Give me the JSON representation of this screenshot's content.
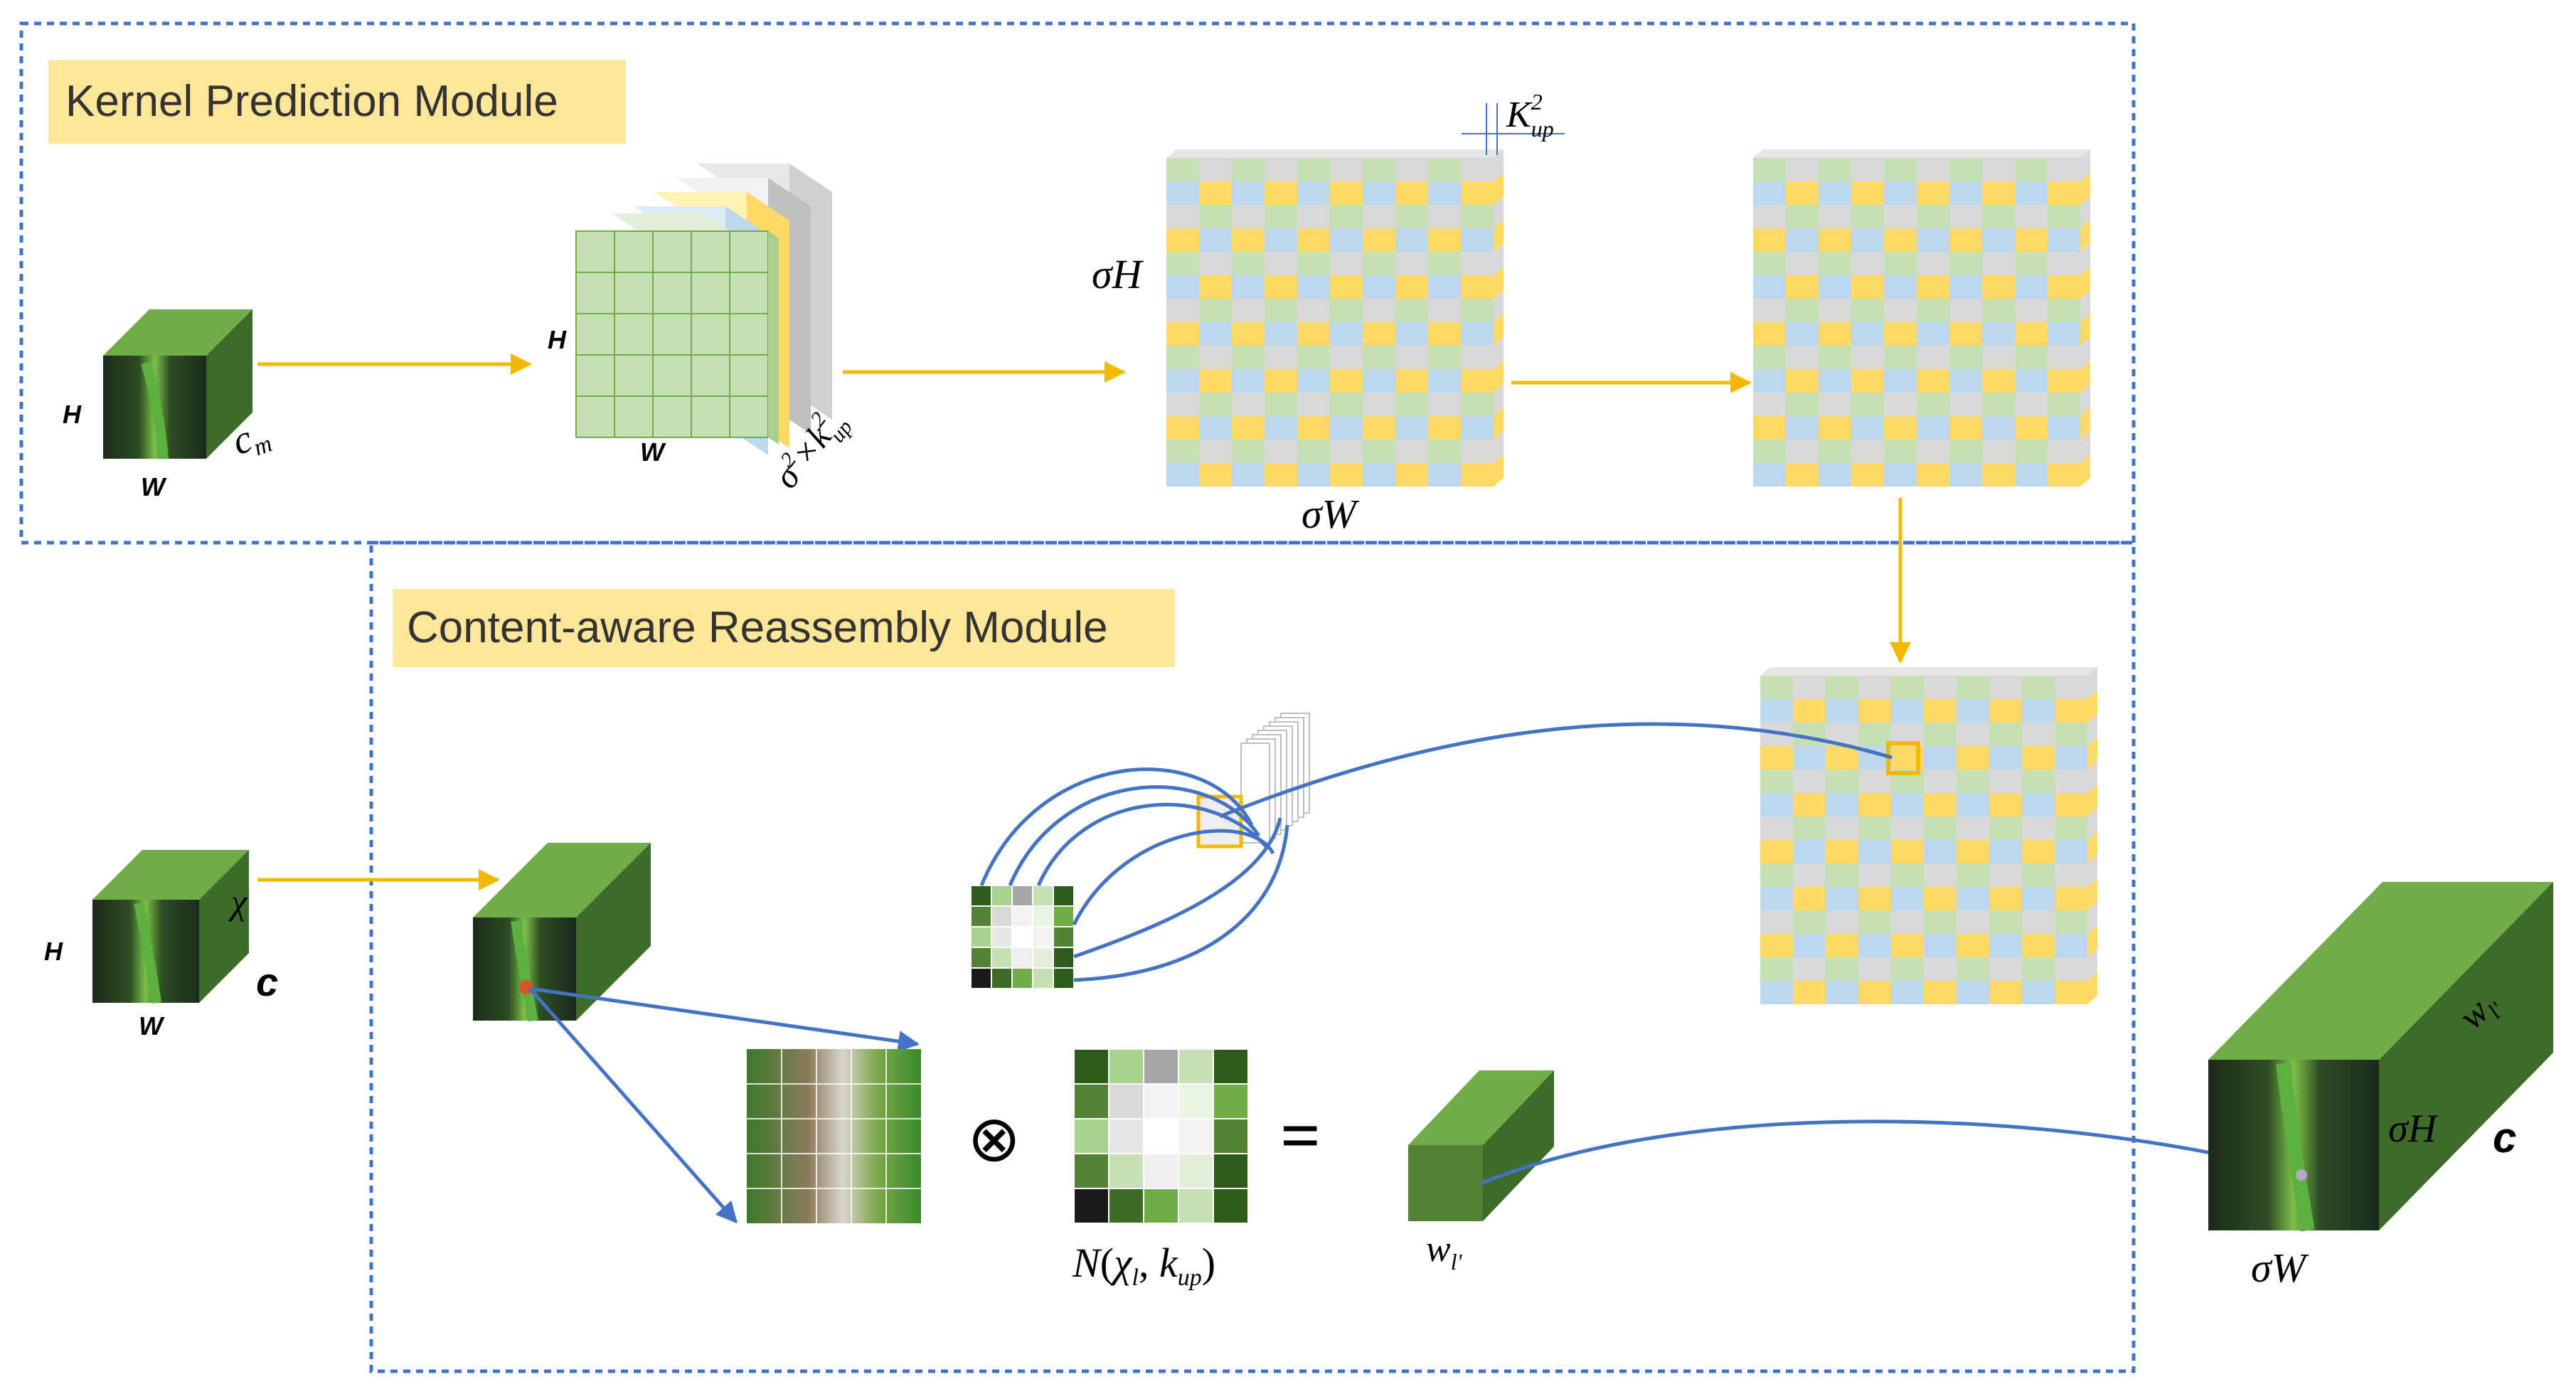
{
  "modules": {
    "kernel_prediction": {
      "title": "Kernel Prediction Module"
    },
    "content_reassembly": {
      "title": "Content-aware Reassembly Module"
    }
  },
  "labels": {
    "input_h": "H",
    "input_w": "W",
    "input_c": "c",
    "input_c_sub": "m",
    "enc_h": "H",
    "enc_w": "W",
    "enc_ch_sigma": "σ",
    "enc_ch_sup": "2",
    "enc_ch_times": "×",
    "enc_ch_k": "k",
    "enc_ch_ksub": "up",
    "enc_ch_ksup": "2",
    "kmap_sigma_h": "σH",
    "kmap_sigma_w": "σW",
    "kmap_k": "K",
    "kmap_k_sub": "up",
    "kmap_k_sup": "2",
    "feat_h": "H",
    "feat_w": "W",
    "feat_c": "c",
    "feat_chi": "χ",
    "neighborhood_n": "N",
    "neighborhood_chi": "χ",
    "neighborhood_chi_sub": "l",
    "neighborhood_k": "k",
    "neighborhood_k_sub": "up",
    "otimes": "⊗",
    "equals": "=",
    "wl": "w",
    "wl_sub": "l'",
    "out_wl": "w",
    "out_wl_sub": "l'",
    "out_sigma_h": "σH",
    "out_sigma_w": "σW",
    "out_c": "c"
  },
  "colors": {
    "module_border": "#4472C4",
    "title_fill": "#FFE699",
    "arrow_yellow": "#F5B800",
    "arrow_blue": "#4472C4",
    "grid_yellow": "#FFD966",
    "grid_blue": "#BDD7EE",
    "grid_green": "#C5E0B4",
    "grid_gray": "#D9D9D9",
    "cube_front": "#1f3b1a",
    "cube_top": "#70AD47",
    "cube_side": "#3f6b2a",
    "highlight": "#F5B800"
  }
}
